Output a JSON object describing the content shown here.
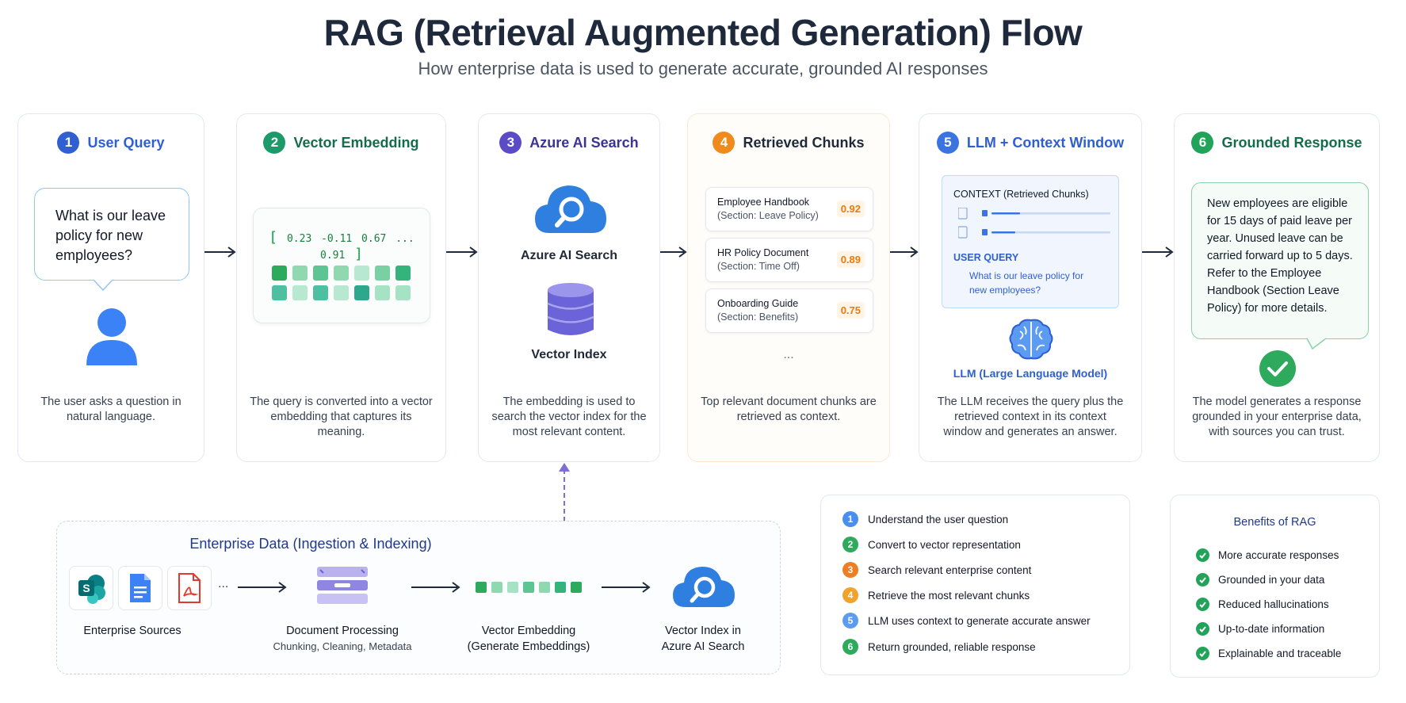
{
  "title": "RAG (Retrieval Augmented Generation) Flow",
  "subtitle": "How enterprise data is used to generate accurate, grounded AI responses",
  "colors": {
    "blue": "#2f5fd0",
    "green": "#1c9a6a",
    "purple": "#5b4bc4",
    "orange": "#f08a1c",
    "lightblue": "#3b74e0",
    "success": "#22a35a"
  },
  "cards": [
    {
      "num": "1",
      "title": "User Query",
      "desc": "The user asks a question in natural language.",
      "icon": "user-icon"
    },
    {
      "num": "2",
      "title": "Vector Embedding",
      "desc": "The query is converted into a vector embedding that captures its meaning."
    },
    {
      "num": "3",
      "title": "Azure AI Search",
      "desc": "The embedding is used to search the vector index for the most relevant content."
    },
    {
      "num": "4",
      "title": "Retrieved Chunks",
      "desc": "Top relevant document chunks are retrieved as context."
    },
    {
      "num": "5",
      "title": "LLM + Context Window",
      "desc": "The LLM receives the query plus the retrieved context in its context window and generates an answer."
    },
    {
      "num": "6",
      "title": "Grounded Response",
      "desc": "The model generates a response grounded in your enterprise data, with sources you can trust."
    }
  ],
  "query_bubble": "What is our leave policy for new employees?",
  "embedding": {
    "open": "[",
    "values": "0.23   -0.11   0.67   ...   0.91",
    "close": "]"
  },
  "search": {
    "service_label": "Azure AI Search",
    "index_label": "Vector Index"
  },
  "chunks": [
    {
      "name": "Employee Handbook",
      "section": "(Section: Leave Policy)",
      "score": "0.92"
    },
    {
      "name": "HR Policy Document",
      "section": "(Section: Time Off)",
      "score": "0.89"
    },
    {
      "name": "Onboarding Guide",
      "section": "(Section: Benefits)",
      "score": "0.75"
    }
  ],
  "chunks_more": "...",
  "llm": {
    "context_label": "CONTEXT (Retrieved Chunks)",
    "user_query_label": "USER QUERY",
    "user_query_text": "What is our leave policy for new employees?",
    "model_label": "LLM (Large Language Model)"
  },
  "response_text": "New employees are eligible for 15 days of paid leave per year. Unused leave can be carried forward up to 5 days. Refer to the Employee Handbook (Section Leave Policy) for more details.",
  "enterprise": {
    "title": "Enterprise Data (Ingestion & Indexing)",
    "sources_more": "...",
    "sources_label": "Enterprise Sources",
    "processing_label": "Document Processing",
    "processing_sub": "Chunking, Cleaning, Metadata",
    "embedding_label": "Vector Embedding",
    "embedding_sub": "(Generate Embeddings)",
    "index_label_1": "Vector Index in",
    "index_label_2": "Azure AI Search"
  },
  "steps": [
    {
      "num": "1",
      "text": "Understand the user question",
      "color": "#4a8ef0"
    },
    {
      "num": "2",
      "text": "Convert to vector representation",
      "color": "#2eaa5c"
    },
    {
      "num": "3",
      "text": "Search relevant enterprise content",
      "color": "#ef7d22"
    },
    {
      "num": "4",
      "text": "Retrieve the most relevant chunks",
      "color": "#f2a12a"
    },
    {
      "num": "5",
      "text": "LLM uses context to generate accurate answer",
      "color": "#5b9bf2"
    },
    {
      "num": "6",
      "text": "Return grounded, reliable response",
      "color": "#2eaa5c"
    }
  ],
  "benefits": {
    "title": "Benefits of RAG",
    "items": [
      "More accurate responses",
      "Grounded in your data",
      "Reduced hallucinations",
      "Up-to-date information",
      "Explainable and traceable"
    ]
  }
}
